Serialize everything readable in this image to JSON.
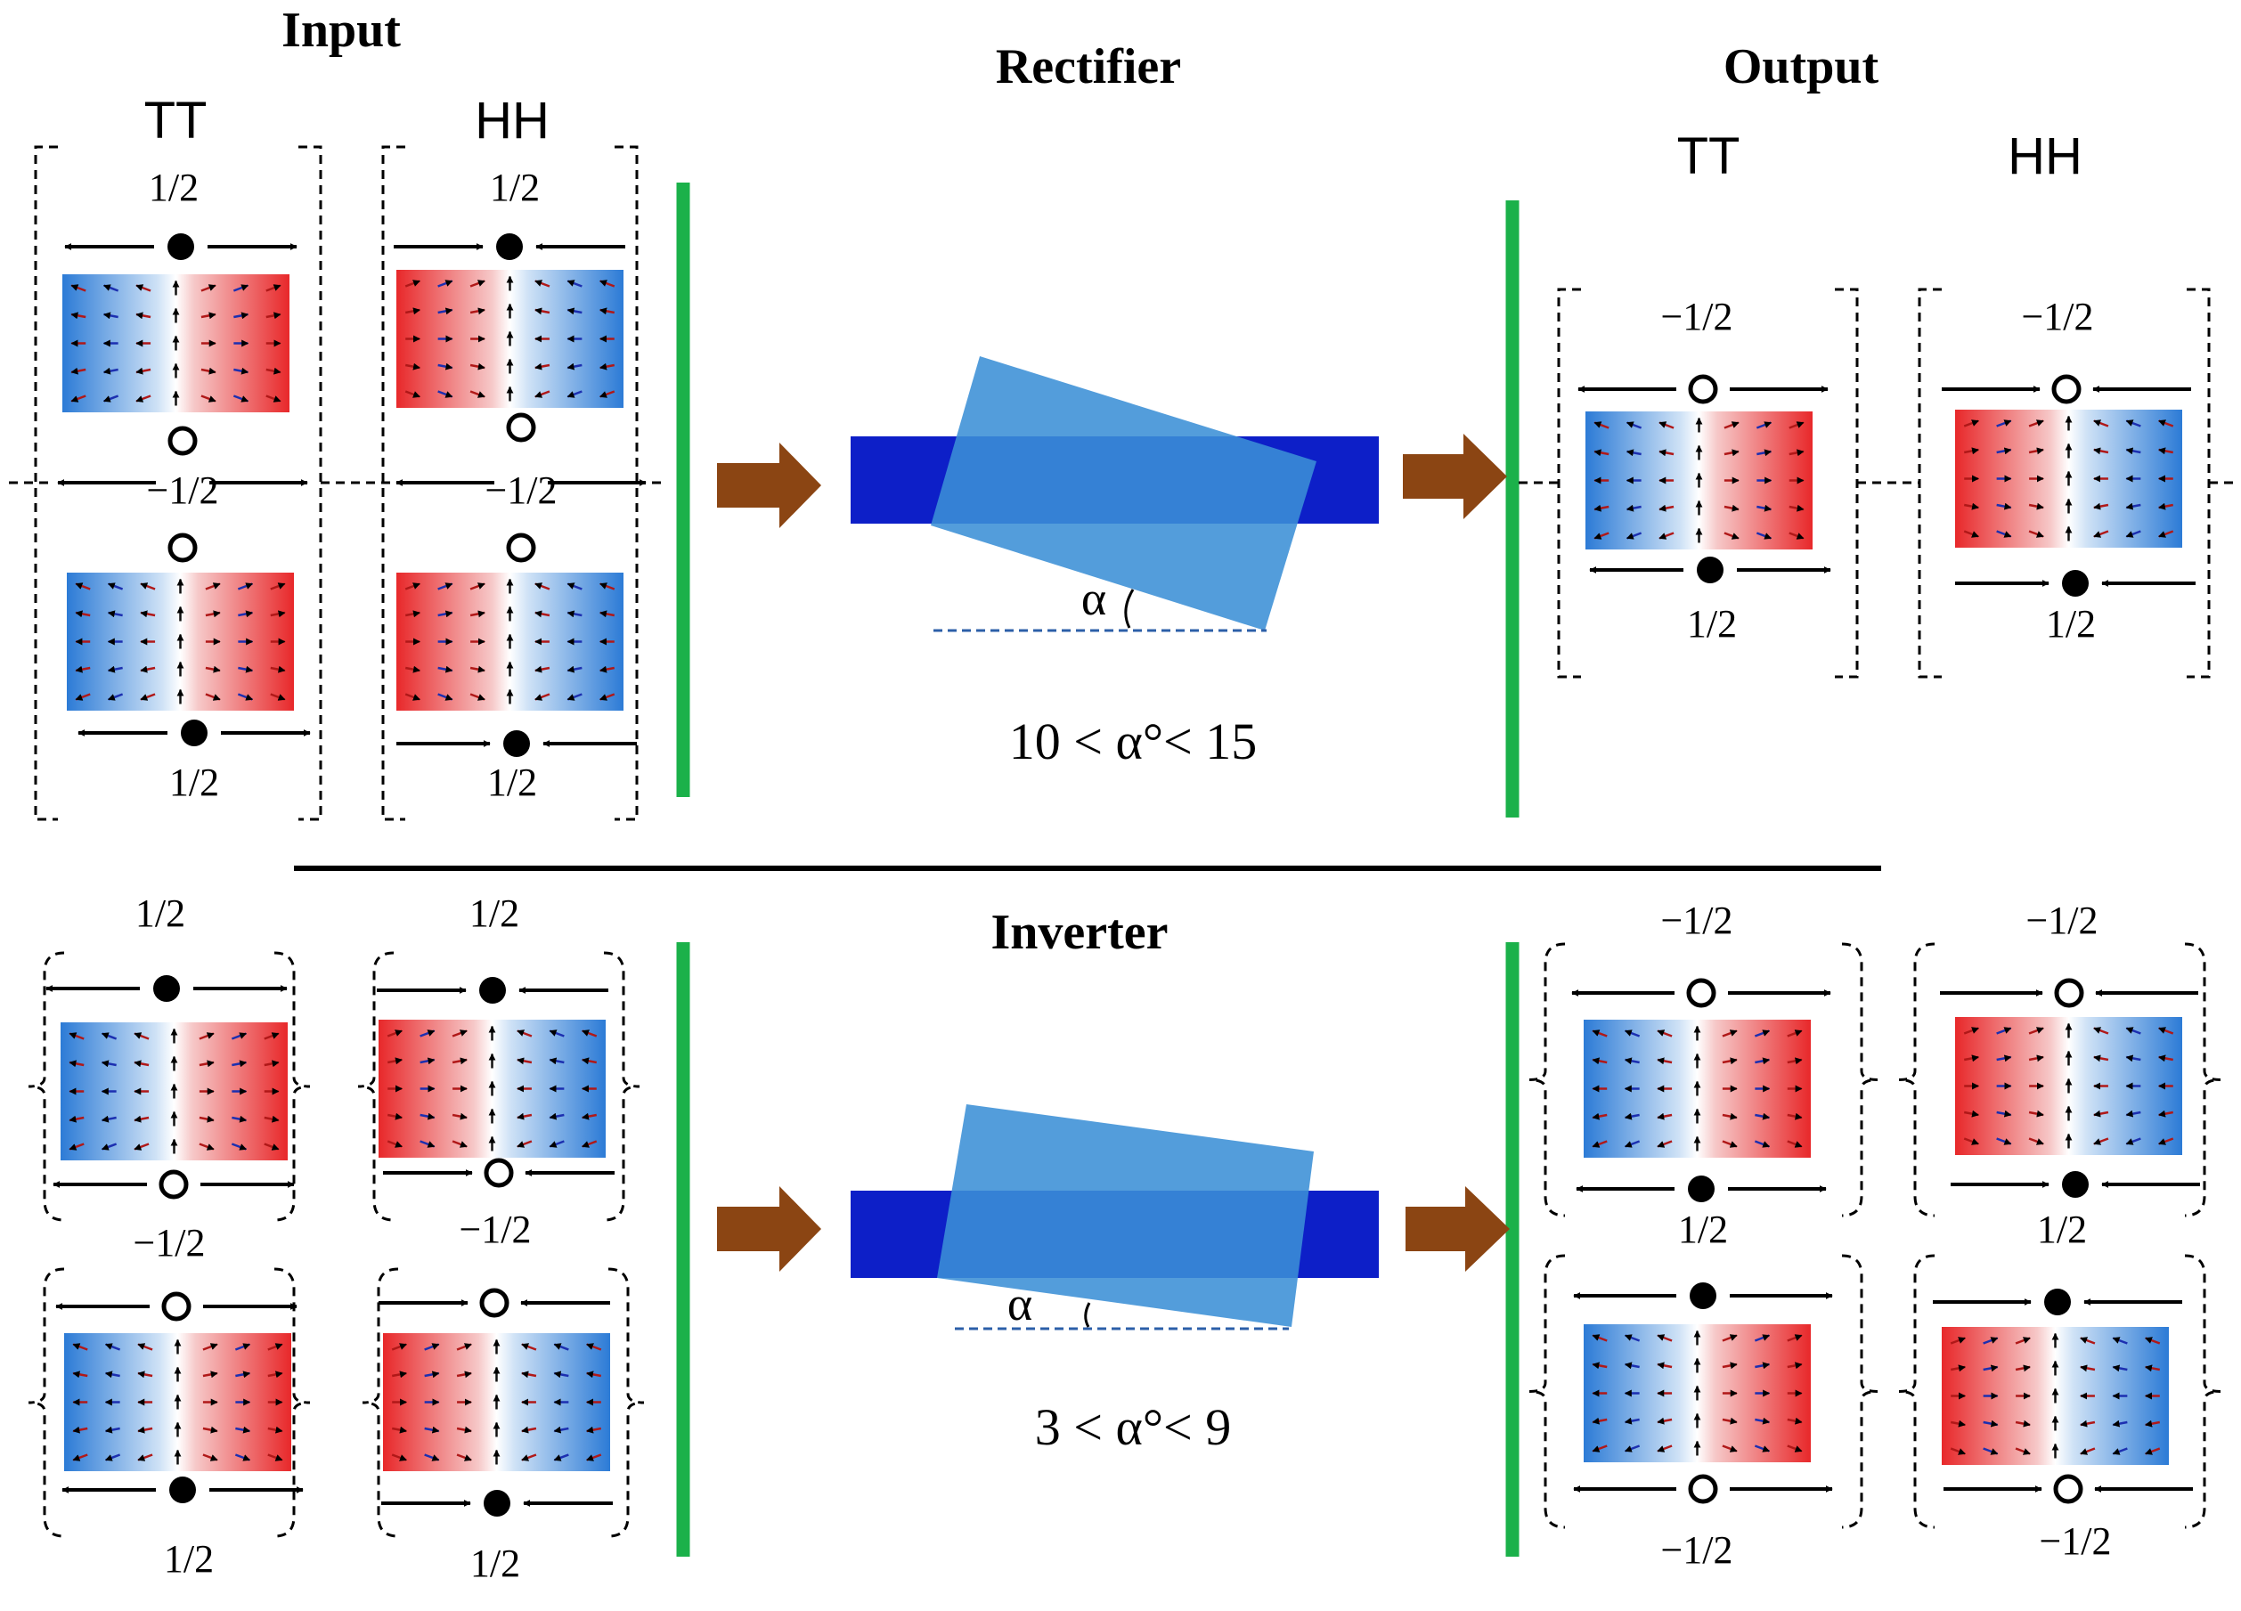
{
  "titles": {
    "input": "Input",
    "rectifier": "Rectifier",
    "output": "Output",
    "inverter": "Inverter"
  },
  "column_headers": {
    "tt": "TT",
    "hh": "HH"
  },
  "charges": {
    "half": "1/2",
    "neg_half": "−1/2"
  },
  "conditions": {
    "rectifier": "10 < α°< 15",
    "inverter": "3 < α°< 9"
  },
  "angle_symbol": "α",
  "colors": {
    "domain_red": "#e8282a",
    "domain_blue": "#2c7bd6",
    "divider_green": "#1bb14a",
    "flow_arrow": "#8b4513",
    "wire_dark_blue": "#0d1fc8",
    "wire_light_blue": "#3b8fd6"
  }
}
